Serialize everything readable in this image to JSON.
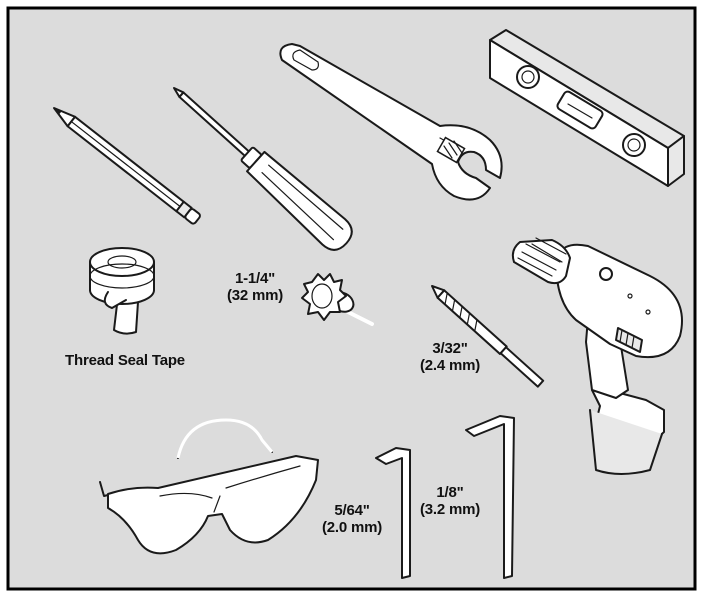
{
  "colors": {
    "panel_background": "#dcdcdc",
    "panel_border": "#000000",
    "tool_fill": "#ffffff",
    "tool_shade": "#e8e8e8",
    "line": "#1a1a1a"
  },
  "labels": {
    "thread_seal_tape": "Thread Seal Tape",
    "hole_saw_size": "1-1/4\"",
    "hole_saw_metric": "(32 mm)",
    "drill_bit_size": "3/32\"",
    "drill_bit_metric": "(2.4 mm)",
    "hex_key_small_size": "5/64\"",
    "hex_key_small_metric": "(2.0 mm)",
    "hex_key_large_size": "1/8\"",
    "hex_key_large_metric": "(3.2 mm)"
  },
  "tools": [
    {
      "id": "pencil",
      "icon": "pencil-icon"
    },
    {
      "id": "screwdriver",
      "icon": "phillips-screwdriver-icon"
    },
    {
      "id": "adjustable-wrench",
      "icon": "adjustable-wrench-icon"
    },
    {
      "id": "level",
      "icon": "spirit-level-icon"
    },
    {
      "id": "thread-seal-tape",
      "icon": "tape-roll-icon"
    },
    {
      "id": "hole-saw",
      "icon": "hole-saw-icon"
    },
    {
      "id": "drill-bit",
      "icon": "drill-bit-icon"
    },
    {
      "id": "cordless-drill",
      "icon": "cordless-drill-icon"
    },
    {
      "id": "safety-glasses",
      "icon": "safety-glasses-icon"
    },
    {
      "id": "hex-key-small",
      "icon": "hex-key-icon"
    },
    {
      "id": "hex-key-large",
      "icon": "hex-key-icon"
    }
  ]
}
